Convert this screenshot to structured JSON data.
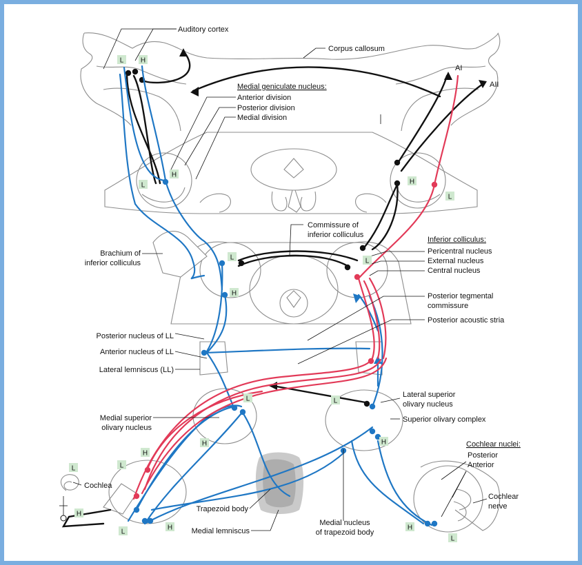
{
  "labels": {
    "auditory_cortex": "Auditory cortex",
    "corpus_callosum": "Corpus callosum",
    "medial_geniculate_header": "Medial geniculate nucleus:",
    "anterior_division": "Anterior division",
    "posterior_division": "Posterior division",
    "medial_division": "Medial division",
    "ai": "AI",
    "aii": "AII",
    "commissure_ic_line1": "Commissure of",
    "commissure_ic_line2": "inferior colliculus",
    "inferior_colliculus_header": "Inferior colliculus:",
    "pericentral_nucleus": "Pericentral nucleus",
    "external_nucleus": "External nucleus",
    "central_nucleus": "Central nucleus",
    "brachium_line1": "Brachium of",
    "brachium_line2": "inferior colliculus",
    "posterior_tegmental_line1": "Posterior tegmental",
    "posterior_tegmental_line2": "commissure",
    "posterior_acoustic_stria": "Posterior acoustic stria",
    "posterior_nucleus_ll": "Posterior nucleus of LL",
    "anterior_nucleus_ll": "Anterior nucleus of LL",
    "lateral_lemniscus": "Lateral lemniscus (LL)",
    "lateral_superior_line1": "Lateral superior",
    "lateral_superior_line2": "olivary nucleus",
    "superior_olivary_complex": "Superior olivary complex",
    "medial_superior_line1": "Medial superior",
    "medial_superior_line2": "olivary nucleus",
    "cochlear_nuclei_header": "Cochlear nuclei:",
    "posterior": "Posterior",
    "anterior": "Anterior",
    "cochlear_nerve_line1": "Cochlear",
    "cochlear_nerve_line2": "nerve",
    "cochlea": "Cochlea",
    "trapezoid_body": "Trapezoid body",
    "medial_nucleus_tb_line1": "Medial nucleus",
    "medial_nucleus_tb_line2": "of trapezoid body",
    "medial_lemniscus": "Medial lemniscus"
  },
  "tags": {
    "low": "L",
    "high": "H"
  },
  "colors": {
    "frame": "#7aaee0",
    "tag_fill": "#cfe8cf",
    "blue_pathway": "#1f77c4",
    "red_pathway": "#e23a58",
    "black_pathway": "#111111",
    "anatomy_outline": "#8c8c8c"
  }
}
